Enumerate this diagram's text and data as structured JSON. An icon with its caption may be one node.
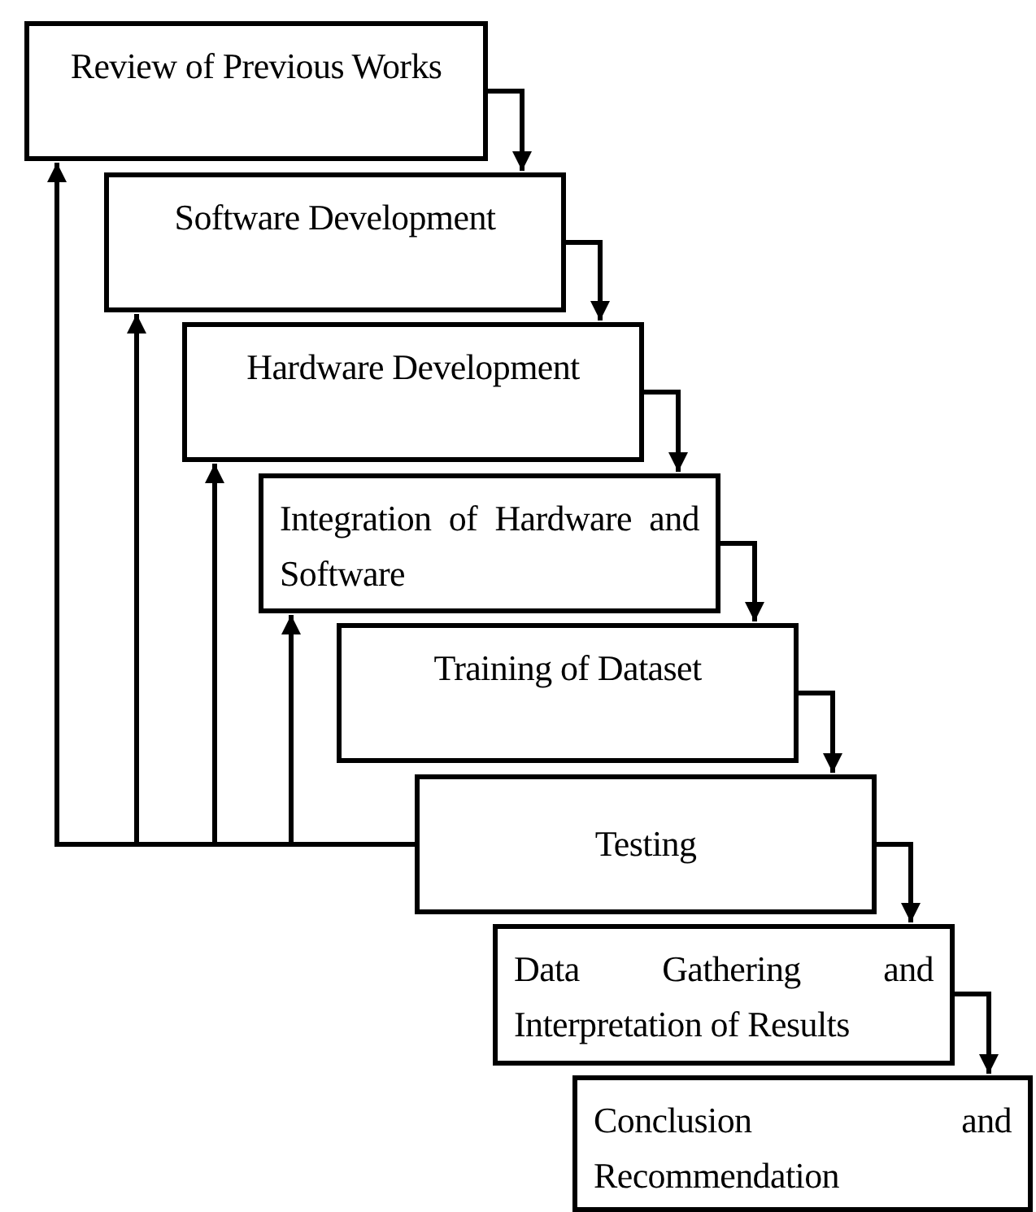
{
  "diagram": {
    "nodes": [
      {
        "text": [
          "Review of Previous Works"
        ]
      },
      {
        "text": [
          "Software Development"
        ]
      },
      {
        "text": [
          "Hardware Development"
        ]
      },
      {
        "text": [
          "Integration of Hardware and Software"
        ]
      },
      {
        "text": [
          "Training of Dataset"
        ]
      },
      {
        "text": [
          "Testing"
        ]
      },
      {
        "text": [
          "Data Gathering and Interpretation of Results"
        ]
      },
      {
        "text": [
          "Conclusion and Recommendation"
        ]
      }
    ],
    "edges": [
      {
        "from": 0,
        "to": 1,
        "arrow": "to"
      },
      {
        "from": 1,
        "to": 2,
        "arrow": "to"
      },
      {
        "from": 2,
        "to": 3,
        "arrow": "to"
      },
      {
        "from": 3,
        "to": 4,
        "arrow": "to"
      },
      {
        "from": 4,
        "to": 5,
        "arrow": "to"
      },
      {
        "from": 5,
        "to": 6,
        "arrow": "to"
      },
      {
        "from": 6,
        "to": 7,
        "arrow": "to"
      },
      {
        "from": 5,
        "to": 0,
        "arrow": "to"
      },
      {
        "from": 5,
        "to": 1,
        "arrow": "to"
      },
      {
        "from": 5,
        "to": 2,
        "arrow": "to"
      },
      {
        "from": 5,
        "to": 3,
        "arrow": "to"
      }
    ]
  }
}
